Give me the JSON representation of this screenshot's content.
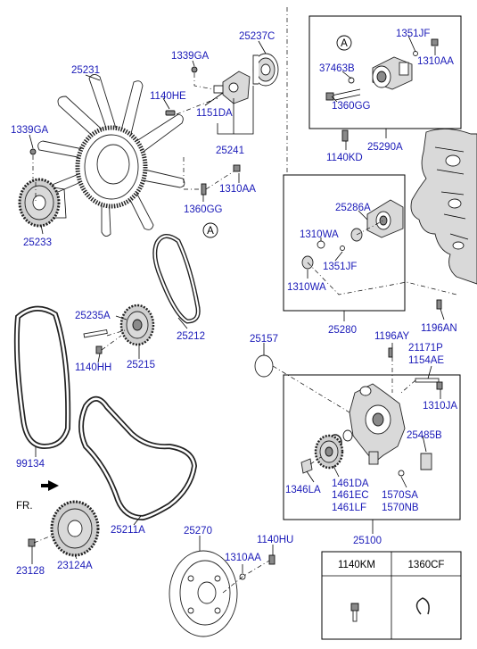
{
  "labels": {
    "p25237C": "25237C",
    "p1339GA_a": "1339GA",
    "p25231": "25231",
    "p1140HE": "1140HE",
    "p1151DA": "1151DA",
    "p1339GA_b": "1339GA",
    "p25241": "25241",
    "p1310AA_a": "1310AA",
    "p1360GG_a": "1360GG",
    "p25233": "25233",
    "circleA_top": "A",
    "p1351JF_a": "1351JF",
    "p37463B": "37463B",
    "p1310AA_b": "1310AA",
    "p1360GG_b": "1360GG",
    "p1140KD": "1140KD",
    "p25290A": "25290A",
    "p25286A": "25286A",
    "p1310WA_a": "1310WA",
    "p1351JF_b": "1351JF",
    "p1310WA_b": "1310WA",
    "p25280": "25280",
    "p1196AN": "1196AN",
    "circleA_mid": "A",
    "p25235A": "25235A",
    "p25212": "25212",
    "p1140HH": "1140HH",
    "p25215": "25215",
    "p25157": "25157",
    "p1196AY": "1196AY",
    "p21171P": "21171P",
    "p1154AE": "1154AE",
    "p1310JA": "1310JA",
    "p25485B": "25485B",
    "p99134": "99134",
    "p1461DA": "1461DA",
    "p1461EC": "1461EC",
    "p1461LF": "1461LF",
    "p1346LA": "1346LA",
    "p1570SA": "1570SA",
    "p1570NB": "1570NB",
    "fr": "FR.",
    "p25211A": "25211A",
    "p25100": "25100",
    "p23128": "23128",
    "p23124A": "23124A",
    "p25270": "25270",
    "p1140HU": "1140HU",
    "p1310AA_c": "1310AA"
  },
  "legend": {
    "col1": "1140KM",
    "col2": "1360CF"
  },
  "colors": {
    "label_blue": "#1a1ab8",
    "line": "#000000"
  }
}
